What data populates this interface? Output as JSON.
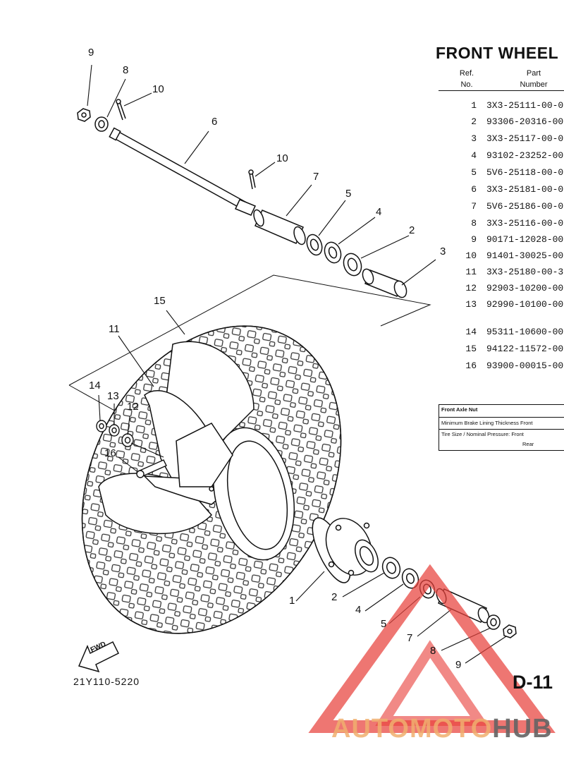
{
  "page_title": "FRONT WHEEL",
  "table_headers": {
    "ref_line1": "Ref.",
    "ref_line2": "No.",
    "part_line1": "Part",
    "part_line2": "Number"
  },
  "parts": [
    {
      "ref": "1",
      "number": "3X3-25111-00-0"
    },
    {
      "ref": "2",
      "number": "93306-20316-00"
    },
    {
      "ref": "3",
      "number": "3X3-25117-00-0"
    },
    {
      "ref": "4",
      "number": "93102-23252-00"
    },
    {
      "ref": "5",
      "number": "5V6-25118-00-0"
    },
    {
      "ref": "6",
      "number": "3X3-25181-00-0"
    },
    {
      "ref": "7",
      "number": "5V6-25186-00-0"
    },
    {
      "ref": "8",
      "number": "3X3-25116-00-0"
    },
    {
      "ref": "9",
      "number": "90171-12028-00"
    },
    {
      "ref": "10",
      "number": "91401-30025-00"
    },
    {
      "ref": "11",
      "number": "3X3-25180-00-3"
    },
    {
      "ref": "12",
      "number": "92903-10200-00"
    },
    {
      "ref": "13",
      "number": "92990-10100-00"
    },
    {
      "ref": "14",
      "number": "95311-10600-00"
    },
    {
      "ref": "15",
      "number": "94122-11572-00"
    },
    {
      "ref": "16",
      "number": "93900-00015-00"
    }
  ],
  "spec_table": {
    "row1": "Front Axle Nut",
    "row2": "Minimum Brake Lining Thickness Front",
    "row3": "Tire Size / Nominal Pressure: Front",
    "row4": "Rear"
  },
  "callouts": {
    "c9_top": "9",
    "c8_top": "8",
    "c10_top": "10",
    "c6": "6",
    "c10_mid": "10",
    "c7_top": "7",
    "c5_top": "5",
    "c4_top": "4",
    "c2_top": "2",
    "c3": "3",
    "c15": "15",
    "c11": "11",
    "c14": "14",
    "c13": "13",
    "c12": "12",
    "c16": "16",
    "c1": "1",
    "c2_bot": "2",
    "c4_bot": "4",
    "c5_bot": "5",
    "c7_bot": "7",
    "c8_bot": "8",
    "c9_bot": "9"
  },
  "fwd_label": "FWD",
  "figure_code": "21Y110-5220",
  "page_number": "D-11",
  "watermark": {
    "part1": "AUTOMOTO",
    "part2": "HUB"
  },
  "colors": {
    "line": "#111111",
    "watermark_red": "#e8413c",
    "watermark_orange": "#f0af6e",
    "watermark_gray": "#646464"
  }
}
